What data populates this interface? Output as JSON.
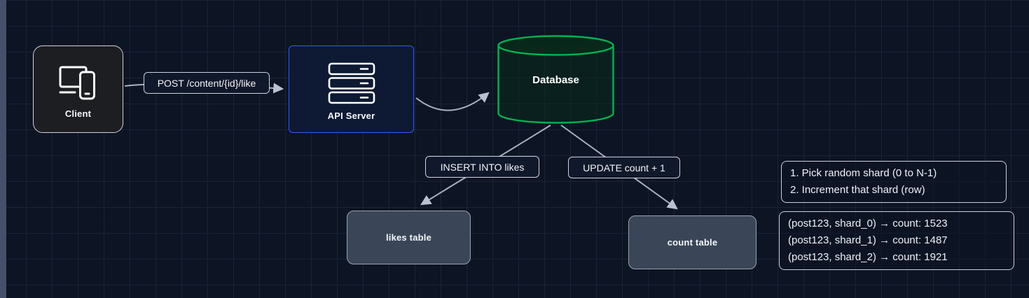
{
  "diagram": {
    "nodes": {
      "client": {
        "label": "Client",
        "icon": "client-device-icon"
      },
      "api_server": {
        "label": "API Server",
        "icon": "server-rack-icon"
      },
      "database": {
        "label": "Database",
        "icon": "database-cylinder-icon"
      },
      "likes_table": {
        "label": "likes table"
      },
      "count_table": {
        "label": "count table"
      }
    },
    "edge_labels": {
      "post_like": "POST /content/{id}/like",
      "insert_likes": "INSERT INTO likes",
      "update_count": "UPDATE count + 1"
    },
    "notes": {
      "shard_steps": {
        "lines": [
          "1. Pick random shard (0 to N-1)",
          "2. Increment that shard (row)"
        ]
      },
      "shard_counts": {
        "lines": [
          "(post123, shard_0) → count: 1523",
          "(post123, shard_1) → count: 1487",
          "(post123, shard_2) → count: 1921"
        ]
      }
    },
    "colors": {
      "canvas_bg": "#0d1424",
      "grid_line": "#1a2438",
      "client_border": "#cfd3da",
      "api_border": "#2d5bff",
      "database_green": "#00b34f",
      "table_fill": "#3a4658",
      "arrow": "#a9b3c2"
    }
  }
}
